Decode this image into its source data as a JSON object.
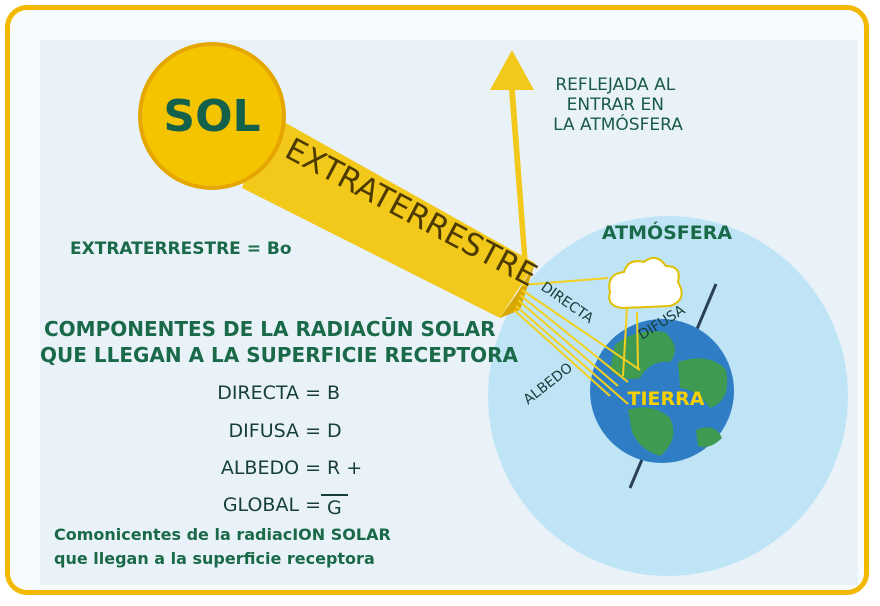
{
  "sun": {
    "label": "SOL"
  },
  "beam": {
    "label": "EXTRATERRESTRE"
  },
  "reflected": {
    "label_lines": [
      "REFLEJADA AL",
      "ENTRAR EN",
      "LA ATMÓSFERA"
    ]
  },
  "atmosphere": {
    "label": "ATMÓSFERA"
  },
  "earth": {
    "label": "TIERRA"
  },
  "rays": {
    "directa": "DIRECTA",
    "difusa": "DIFUSA",
    "albedo": "ALBEDO"
  },
  "formula": {
    "text": "EXTRATERRESTRE = Bo"
  },
  "components": {
    "title_line1": "COMPONENTES DE LA RADIACŪN SOLAR",
    "title_line2": "QUE LLEGAN A LA SUPERFICIE RECEPTORA",
    "rows": [
      {
        "name": "DIRECTA =",
        "symbol": "B"
      },
      {
        "name": "DIFUSA =",
        "symbol": "D"
      },
      {
        "name": "ALBEDO =",
        "symbol": "R +"
      },
      {
        "name": "GLOBAL =",
        "symbol": "G"
      }
    ]
  },
  "caption": {
    "line1": "Comonicentes de la radiacION SOLAR",
    "line2": "que llegan a la superficie receptora"
  },
  "colors": {
    "frame": "#f3b800",
    "sun": "#f4c400",
    "beam": "#f2c81b",
    "atmosphere": "#bfe4f5",
    "ocean": "#2f7ec5",
    "land": "#3f9a52",
    "title_green": "#1a6a4a",
    "earth_label": "#f6d000"
  }
}
